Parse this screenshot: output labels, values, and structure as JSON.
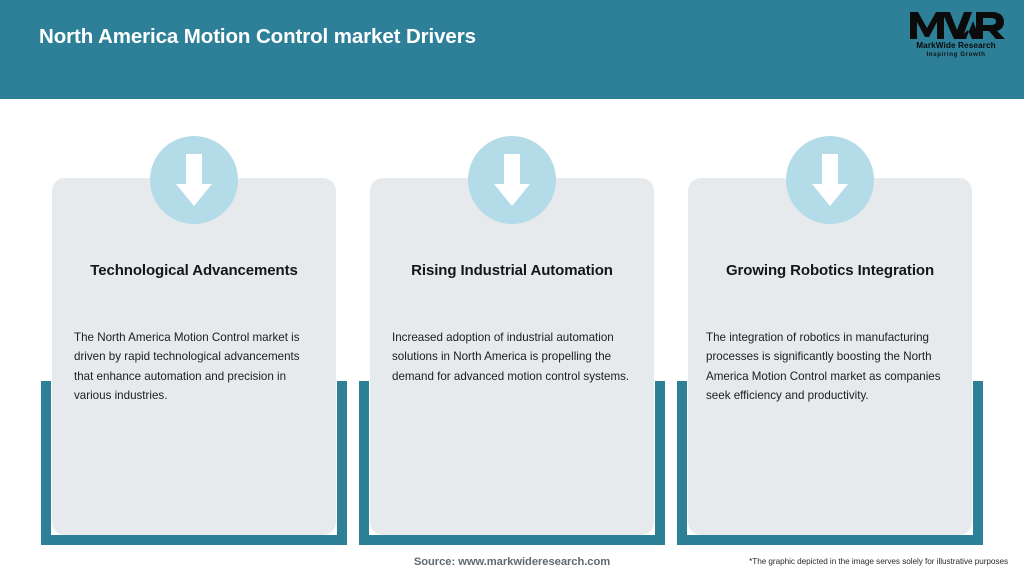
{
  "header": {
    "title": "North America Motion Control market Drivers",
    "background_color": "#2e8099",
    "title_color": "#ffffff"
  },
  "logo": {
    "mark": "MWR",
    "name": "MarkWide Research",
    "tagline": "Inspiring Growth"
  },
  "theme": {
    "accent_teal": "#2e8099",
    "badge_blue": "#b3dbe8",
    "card_gray": "#e6eaec",
    "arrow_white": "#ffffff"
  },
  "cards": [
    {
      "icon": "down-arrow-icon",
      "title": "Technological Advancements",
      "body": "The North America Motion Control market is driven by rapid technological advancements that enhance automation and precision in various industries."
    },
    {
      "icon": "down-arrow-icon",
      "title": "Rising Industrial Automation",
      "body": "Increased adoption of industrial automation solutions in North America is propelling the demand for advanced motion control systems."
    },
    {
      "icon": "down-arrow-icon",
      "title": "Growing Robotics Integration",
      "body": "The integration of robotics in manufacturing processes is significantly boosting the North America Motion Control market as companies seek efficiency and productivity."
    }
  ],
  "footer": {
    "source": "Source: www.markwideresearch.com",
    "disclaimer": "*The graphic depicted in the image serves solely for illustrative purposes"
  }
}
